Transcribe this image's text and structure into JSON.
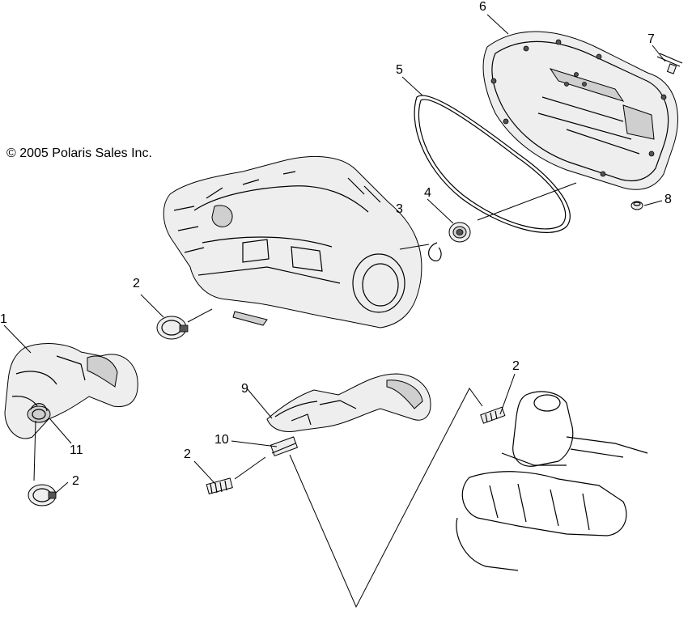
{
  "copyright": "© 2005 Polaris Sales Inc.",
  "callouts": [
    "1",
    "2",
    "2",
    "2",
    "2",
    "3",
    "4",
    "5",
    "6",
    "7",
    "8",
    "9",
    "10",
    "11"
  ]
}
